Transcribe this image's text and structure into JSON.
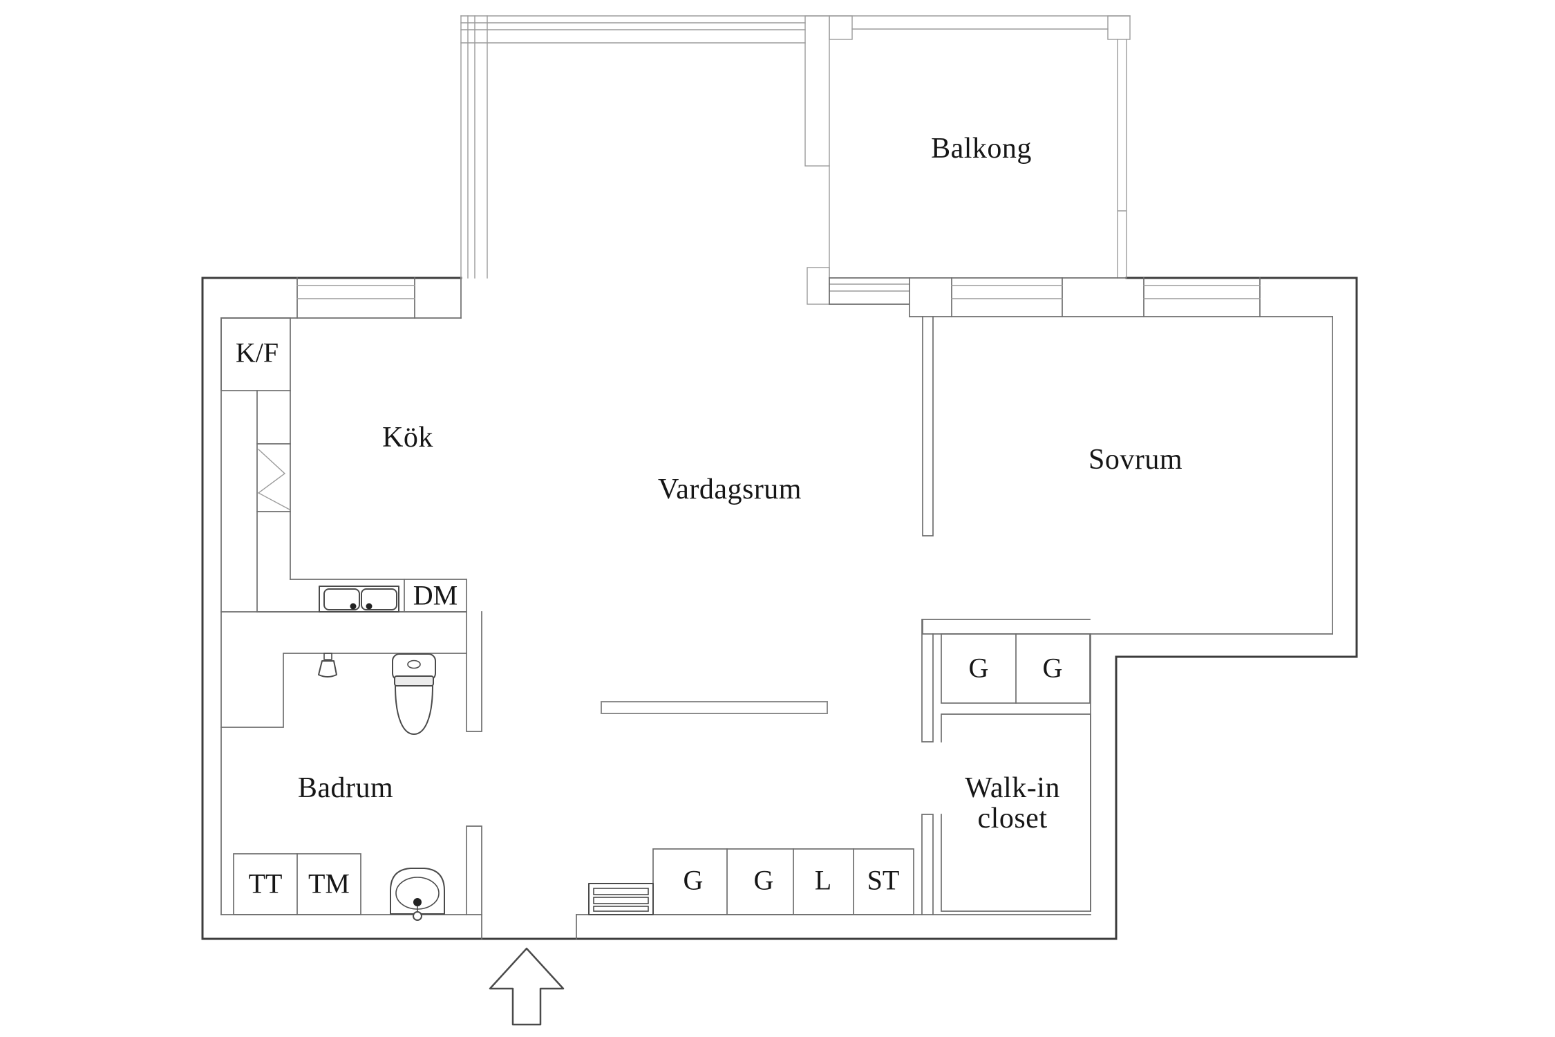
{
  "title": "Apartment floor plan",
  "rooms": {
    "balkong": "Balkong",
    "kok": "Kök",
    "vardagsrum": "Vardagsrum",
    "sovrum": "Sovrum",
    "badrum": "Badrum",
    "walk_in_line1": "Walk-in",
    "walk_in_line2": "closet"
  },
  "fixtures": {
    "kf": "K/F",
    "dm": "DM",
    "tt": "TT",
    "tm": "TM",
    "g_bedroom_1": "G",
    "g_bedroom_2": "G",
    "g_hall_1": "G",
    "g_hall_2": "G",
    "l_hall": "L",
    "st_hall": "ST"
  },
  "icons": {
    "entry_arrow": "up-arrow entry direction",
    "toilet": "toilet",
    "bathroom_sink": "washbasin",
    "kitchen_sink": "double-bowl sink",
    "shower_mixer": "shower mixer",
    "shoe_rack": "slatted bench",
    "sideboard": "sideboard"
  },
  "colors": {
    "bg": "#ffffff",
    "wall": "#3c3c3c",
    "line": "#6e6e6e",
    "lite": "#9b9b9b",
    "text": "#161616"
  }
}
